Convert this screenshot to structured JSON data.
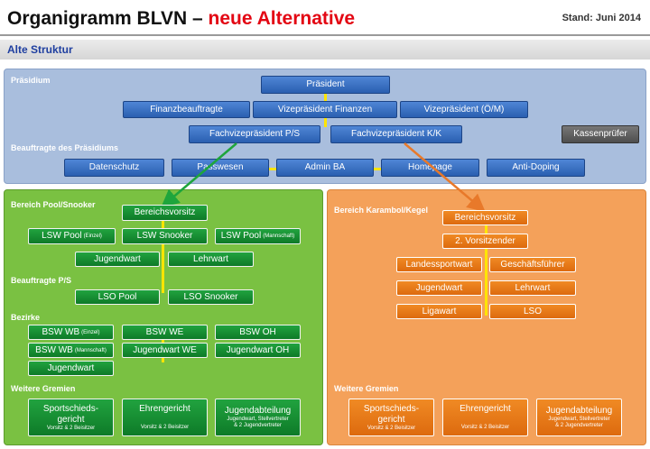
{
  "header": {
    "title_main": "Organigramm BLVN – ",
    "title_accent": "neue Alternative",
    "stand": "Stand: Juni 2014",
    "section": "Alte Struktur"
  },
  "praesidium": {
    "label": "Präsidium",
    "beauftragte_label": "Beauftragte des Präsidiums",
    "praesident": "Präsident",
    "finanzbeauftragte": "Finanzbeauftragte",
    "vize_finanzen": "Vizepräsident Finanzen",
    "vize_om": "Vizepräsident (Ö/M)",
    "fachvize_ps": "Fachvizepräsident P/S",
    "fachvize_kk": "Fachvizepräsident K/K",
    "kassenpruefer": "Kassenprüfer",
    "beauftragte": [
      "Datenschutz",
      "Passwesen",
      "Admin BA",
      "Homepage",
      "Anti-Doping"
    ]
  },
  "pool": {
    "label": "Bereich Pool/Snooker",
    "bereichsvorsitz": "Bereichsvorsitz",
    "lsw_pool_einzel": "LSW Pool",
    "lsw_pool_einzel_sub": "(Einzel)",
    "lsw_snooker": "LSW Snooker",
    "lsw_pool_mannschaft": "LSW Pool",
    "lsw_pool_mannschaft_sub": "(Mannschaft)",
    "jugendwart": "Jugendwart",
    "lehrwart": "Lehrwart",
    "beauftragte_label": "Beauftragte P/S",
    "lso_pool": "LSO Pool",
    "lso_snooker": "LSO Snooker",
    "bezirke_label": "Bezirke",
    "bsw_wb_einzel": "BSW WB",
    "bsw_wb_einzel_sub": "(Einzel)",
    "bsw_we": "BSW WE",
    "bsw_oh": "BSW OH",
    "bsw_wb_mannschaft": "BSW WB",
    "bsw_wb_mannschaft_sub": "(Mannschaft)",
    "jugendwart_we": "Jugendwart WE",
    "jugendwart_oh": "Jugendwart OH",
    "jugendwart_wb": "Jugendwart",
    "weitere_label": "Weitere Gremien",
    "sport_l1": "Sportschieds-",
    "sport_l2": "gericht",
    "sport_sub": "Vorsitz & 2 Beisitzer",
    "ehren": "Ehrengericht",
    "ehren_sub": "Vorsitz & 2 Beisitzer",
    "jugend": "Jugendabteilung",
    "jugend_sub1": "Jugendwart, Stellvertreter",
    "jugend_sub2": "& 2 Jugendvertreter"
  },
  "karambol": {
    "label": "Bereich Karambol/Kegel",
    "bereichsvorsitz": "Bereichsvorsitz",
    "vorsitzender2": "2. Vorsitzender",
    "landessportwart": "Landessportwart",
    "geschaeftsfuehrer": "Geschäftsführer",
    "jugendwart": "Jugendwart",
    "lehrwart": "Lehrwart",
    "ligawart": "Ligawart",
    "lso": "LSO",
    "weitere_label": "Weitere Gremien",
    "sport_l1": "Sportschieds-",
    "sport_l2": "gericht",
    "sport_sub": "Vorsitz & 2 Beisitzer",
    "ehren": "Ehrengericht",
    "ehren_sub": "Vorsitz & 2 Beisitzer",
    "jugend": "Jugendabteilung",
    "jugend_sub1": "Jugendwart, Stellvertreter",
    "jugend_sub2": "& 2 Jugendvertreter"
  },
  "colors": {
    "praesidium_panel": "#a9bedd",
    "pool_panel": "#7ac142",
    "karambol_panel": "#f4a15a",
    "connector": "#ffe500",
    "title_accent": "#e30613"
  }
}
